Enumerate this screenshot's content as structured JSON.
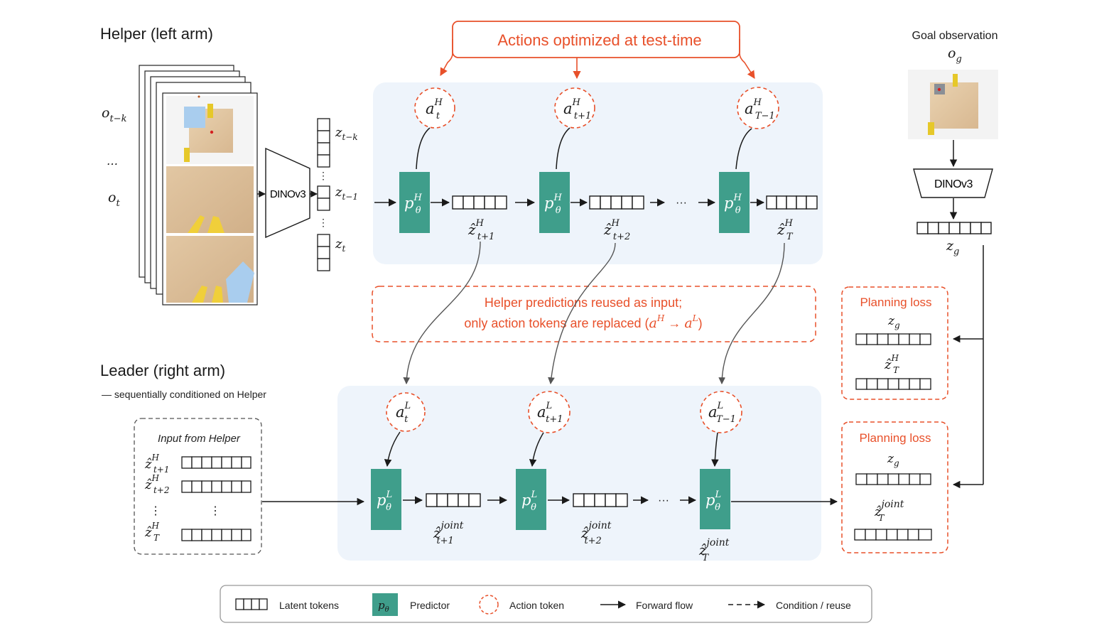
{
  "colors": {
    "accent": "#e8502a",
    "predictor": "#3f9e8b",
    "panel": "#eef4fb",
    "ink": "#1a1a1a"
  },
  "helper": {
    "title": "Helper (left arm)",
    "obs_top": "o",
    "obs_top_sub": "t−k",
    "obs_dots": "…",
    "obs_bottom": "o",
    "obs_bottom_sub": "t",
    "encoder": "DINOv3",
    "latent_top": "z",
    "latent_top_sub": "t−k",
    "latent_mid": "z",
    "latent_mid_sub": "t−1",
    "latent_bottom": "z",
    "latent_bottom_sub": "t",
    "actions": [
      {
        "base": "a",
        "sup": "H",
        "sub": "t"
      },
      {
        "base": "a",
        "sup": "H",
        "sub": "t+1"
      },
      {
        "base": "a",
        "sup": "H",
        "sub": "T−1"
      }
    ],
    "predictor": {
      "base": "p",
      "sup": "H",
      "sub": "θ"
    },
    "outputs": [
      {
        "base": "ẑ",
        "sup": "H",
        "sub": "t+1"
      },
      {
        "base": "ẑ",
        "sup": "H",
        "sub": "t+2"
      },
      {
        "base": "ẑ",
        "sup": "H",
        "sub": "T"
      }
    ],
    "chain_dots": "···"
  },
  "test_time_box": "Actions optimized at test-time",
  "reuse_box": {
    "line1": "Helper predictions reused as input;",
    "line2_prefix": "only action tokens are replaced (",
    "a1": "a",
    "a1_sup": "H",
    "arrow": " → ",
    "a2": "a",
    "a2_sup": "L",
    "line2_suffix": ")"
  },
  "goal": {
    "title": "Goal observation",
    "label": "o",
    "label_sub": "g",
    "encoder": "DINOv3",
    "latent": "z",
    "latent_sub": "g"
  },
  "leader": {
    "title": "Leader (right arm)",
    "subtitle": "— sequentially conditioned on Helper",
    "input_box_title": "Input from Helper",
    "inputs": [
      {
        "base": "ẑ",
        "sup": "H",
        "sub": "t+1"
      },
      {
        "base": "ẑ",
        "sup": "H",
        "sub": "t+2"
      },
      {
        "base": "ẑ",
        "sup": "H",
        "sub": "T"
      }
    ],
    "input_dots": "⋮",
    "actions": [
      {
        "base": "a",
        "sup": "L",
        "sub": "t"
      },
      {
        "base": "a",
        "sup": "L",
        "sub": "t+1"
      },
      {
        "base": "a",
        "sup": "L",
        "sub": "T−1"
      }
    ],
    "predictor": {
      "base": "p",
      "sup": "L",
      "sub": "θ"
    },
    "outputs": [
      {
        "base": "ẑ",
        "sup": "joint",
        "sub": "t+1"
      },
      {
        "base": "ẑ",
        "sup": "joint",
        "sub": "t+2"
      },
      {
        "base": "ẑ",
        "sup": "joint",
        "sub": "T"
      }
    ],
    "chain_dots": "···"
  },
  "planning_loss_1": {
    "title": "Planning loss",
    "goal": "z",
    "goal_sub": "g",
    "pred": "ẑ",
    "pred_sup": "H",
    "pred_sub": "T"
  },
  "planning_loss_2": {
    "title": "Planning loss",
    "goal": "z",
    "goal_sub": "g",
    "pred": "ẑ",
    "pred_sup": "joint",
    "pred_sub": "T"
  },
  "legend": {
    "latent": "Latent tokens",
    "predictor_symbol": "p",
    "predictor_symbol_sub": "θ",
    "predictor": "Predictor",
    "action": "Action token",
    "forward": "Forward flow",
    "condition": "Condition / reuse"
  }
}
